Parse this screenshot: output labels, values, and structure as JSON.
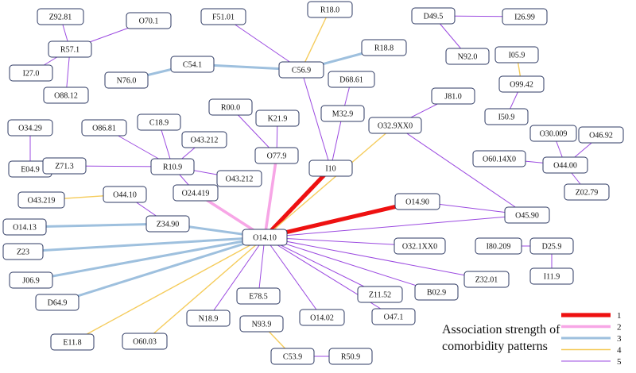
{
  "nodes": [
    {
      "id": "Z92.81",
      "label": "Z92.81"
    },
    {
      "id": "O70.1",
      "label": "O70.1"
    },
    {
      "id": "R57.1",
      "label": "R57.1"
    },
    {
      "id": "I27.0",
      "label": "I27.0"
    },
    {
      "id": "O88.12",
      "label": "O88.12"
    },
    {
      "id": "F51.01",
      "label": "F51.01"
    },
    {
      "id": "R18.0",
      "label": "R18.0"
    },
    {
      "id": "R18.8",
      "label": "R18.8"
    },
    {
      "id": "C54.1",
      "label": "C54.1"
    },
    {
      "id": "N76.0",
      "label": "N76.0"
    },
    {
      "id": "C56.9",
      "label": "C56.9"
    },
    {
      "id": "D68.61",
      "label": "D68.61"
    },
    {
      "id": "M32.9",
      "label": "M32.9"
    },
    {
      "id": "D49.5",
      "label": "D49.5"
    },
    {
      "id": "I26.99",
      "label": "I26.99"
    },
    {
      "id": "N92.0",
      "label": "N92.0"
    },
    {
      "id": "I05.9",
      "label": "I05.9"
    },
    {
      "id": "O99.42",
      "label": "O99.42"
    },
    {
      "id": "I50.9",
      "label": "I50.9"
    },
    {
      "id": "J81.0",
      "label": "J81.0"
    },
    {
      "id": "O32.9XX0",
      "label": "O32.9XX0"
    },
    {
      "id": "R00.0",
      "label": "R00.0"
    },
    {
      "id": "K21.9",
      "label": "K21.9"
    },
    {
      "id": "O77.9",
      "label": "O77.9"
    },
    {
      "id": "I10",
      "label": "I10"
    },
    {
      "id": "C18.9",
      "label": "C18.9"
    },
    {
      "id": "O86.81",
      "label": "O86.81"
    },
    {
      "id": "O43.212a",
      "label": "O43.212"
    },
    {
      "id": "R10.9",
      "label": "R10.9"
    },
    {
      "id": "O43.212b",
      "label": "O43.212"
    },
    {
      "id": "O24.419",
      "label": "O24.419"
    },
    {
      "id": "O34.29",
      "label": "O34.29"
    },
    {
      "id": "E04.9",
      "label": "E04.9"
    },
    {
      "id": "Z71.3",
      "label": "Z71.3"
    },
    {
      "id": "O43.219",
      "label": "O43.219"
    },
    {
      "id": "O44.10",
      "label": "O44.10"
    },
    {
      "id": "O30.009",
      "label": "O30.009"
    },
    {
      "id": "O46.92",
      "label": "O46.92"
    },
    {
      "id": "O60.14X0",
      "label": "O60.14X0"
    },
    {
      "id": "O44.00",
      "label": "O44.00"
    },
    {
      "id": "Z02.79",
      "label": "Z02.79"
    },
    {
      "id": "O14.90",
      "label": "O14.90"
    },
    {
      "id": "O45.90",
      "label": "O45.90"
    },
    {
      "id": "Z34.90",
      "label": "Z34.90"
    },
    {
      "id": "O14.13",
      "label": "O14.13"
    },
    {
      "id": "O14.10",
      "label": "O14.10"
    },
    {
      "id": "Z23",
      "label": "Z23"
    },
    {
      "id": "O32.1XX0",
      "label": "O32.1XX0"
    },
    {
      "id": "I80.209",
      "label": "I80.209"
    },
    {
      "id": "D25.9",
      "label": "D25.9"
    },
    {
      "id": "I11.9",
      "label": "I11.9"
    },
    {
      "id": "J06.9",
      "label": "J06.9"
    },
    {
      "id": "Z32.01",
      "label": "Z32.01"
    },
    {
      "id": "D64.9",
      "label": "D64.9"
    },
    {
      "id": "E78.5",
      "label": "E78.5"
    },
    {
      "id": "Z11.52",
      "label": "Z11.52"
    },
    {
      "id": "B02.9",
      "label": "B02.9"
    },
    {
      "id": "N18.9",
      "label": "N18.9"
    },
    {
      "id": "O14.02",
      "label": "O14.02"
    },
    {
      "id": "O47.1",
      "label": "O47.1"
    },
    {
      "id": "E11.8",
      "label": "E11.8"
    },
    {
      "id": "O60.03",
      "label": "O60.03"
    },
    {
      "id": "N93.9",
      "label": "N93.9"
    },
    {
      "id": "C53.9",
      "label": "C53.9"
    },
    {
      "id": "R50.9",
      "label": "R50.9"
    }
  ],
  "edges": [
    {
      "from": "O14.10",
      "to": "I10",
      "strength": 1
    },
    {
      "from": "O14.10",
      "to": "O14.90",
      "strength": 1
    },
    {
      "from": "O14.10",
      "to": "O24.419",
      "strength": 2
    },
    {
      "from": "O14.10",
      "to": "O77.9",
      "strength": 2
    },
    {
      "from": "O14.10",
      "to": "Z34.90",
      "strength": 3
    },
    {
      "from": "O14.10",
      "to": "Z23",
      "strength": 3
    },
    {
      "from": "O14.10",
      "to": "J06.9",
      "strength": 3
    },
    {
      "from": "O14.10",
      "to": "D64.9",
      "strength": 3
    },
    {
      "from": "Z34.90",
      "to": "O14.13",
      "strength": 3
    },
    {
      "from": "C54.1",
      "to": "N76.0",
      "strength": 3
    },
    {
      "from": "C54.1",
      "to": "C56.9",
      "strength": 3
    },
    {
      "from": "C56.9",
      "to": "R18.8",
      "strength": 3
    },
    {
      "from": "O14.10",
      "to": "O32.9XX0",
      "strength": 4
    },
    {
      "from": "O14.10",
      "to": "E11.8",
      "strength": 4
    },
    {
      "from": "O14.10",
      "to": "O60.03",
      "strength": 4
    },
    {
      "from": "O44.10",
      "to": "O43.219",
      "strength": 4
    },
    {
      "from": "C56.9",
      "to": "R18.0",
      "strength": 4
    },
    {
      "from": "I05.9",
      "to": "O99.42",
      "strength": 4
    },
    {
      "from": "N93.9",
      "to": "C53.9",
      "strength": 4
    },
    {
      "from": "Z92.81",
      "to": "R57.1",
      "strength": 5
    },
    {
      "from": "O70.1",
      "to": "R57.1",
      "strength": 5
    },
    {
      "from": "I27.0",
      "to": "R57.1",
      "strength": 5
    },
    {
      "from": "O88.12",
      "to": "R57.1",
      "strength": 5
    },
    {
      "from": "F51.01",
      "to": "C56.9",
      "strength": 5
    },
    {
      "from": "C56.9",
      "to": "I10",
      "strength": 5
    },
    {
      "from": "D68.61",
      "to": "M32.9",
      "strength": 5
    },
    {
      "from": "M32.9",
      "to": "I10",
      "strength": 5
    },
    {
      "from": "D49.5",
      "to": "I26.99",
      "strength": 5
    },
    {
      "from": "D49.5",
      "to": "N92.0",
      "strength": 5
    },
    {
      "from": "O99.42",
      "to": "I50.9",
      "strength": 5
    },
    {
      "from": "J81.0",
      "to": "O32.9XX0",
      "strength": 5
    },
    {
      "from": "O32.9XX0",
      "to": "O45.90",
      "strength": 5
    },
    {
      "from": "R00.0",
      "to": "O77.9",
      "strength": 5
    },
    {
      "from": "K21.9",
      "to": "O77.9",
      "strength": 5
    },
    {
      "from": "O86.81",
      "to": "R10.9",
      "strength": 5
    },
    {
      "from": "C18.9",
      "to": "R10.9",
      "strength": 5
    },
    {
      "from": "O43.212a",
      "to": "R10.9",
      "strength": 5
    },
    {
      "from": "Z71.3",
      "to": "R10.9",
      "strength": 5
    },
    {
      "from": "R10.9",
      "to": "O43.212b",
      "strength": 5
    },
    {
      "from": "R10.9",
      "to": "O24.419",
      "strength": 5
    },
    {
      "from": "O34.29",
      "to": "E04.9",
      "strength": 5
    },
    {
      "from": "O44.10",
      "to": "Z34.90",
      "strength": 5
    },
    {
      "from": "O30.009",
      "to": "O44.00",
      "strength": 5
    },
    {
      "from": "O46.92",
      "to": "O44.00",
      "strength": 5
    },
    {
      "from": "O60.14X0",
      "to": "O44.00",
      "strength": 5
    },
    {
      "from": "O44.00",
      "to": "Z02.79",
      "strength": 5
    },
    {
      "from": "O14.90",
      "to": "O45.90",
      "strength": 5
    },
    {
      "from": "O14.10",
      "to": "O45.90",
      "strength": 5
    },
    {
      "from": "O14.10",
      "to": "O32.1XX0",
      "strength": 5
    },
    {
      "from": "I80.209",
      "to": "D25.9",
      "strength": 5
    },
    {
      "from": "D25.9",
      "to": "I11.9",
      "strength": 5
    },
    {
      "from": "O14.10",
      "to": "Z32.01",
      "strength": 5
    },
    {
      "from": "O14.10",
      "to": "B02.9",
      "strength": 5
    },
    {
      "from": "O14.10",
      "to": "Z11.52",
      "strength": 5
    },
    {
      "from": "O14.10",
      "to": "O47.1",
      "strength": 5
    },
    {
      "from": "O14.10",
      "to": "O14.02",
      "strength": 5
    },
    {
      "from": "O14.10",
      "to": "E78.5",
      "strength": 5
    },
    {
      "from": "O14.10",
      "to": "N18.9",
      "strength": 5
    },
    {
      "from": "C53.9",
      "to": "R50.9",
      "strength": 5
    }
  ],
  "legend": {
    "title_line1": "Association strength of",
    "title_line2": "comorbidity patterns",
    "items": [
      {
        "label": "1",
        "color": "#ee1111"
      },
      {
        "label": "2",
        "color": "#f7a6e6"
      },
      {
        "label": "3",
        "color": "#9ec0de"
      },
      {
        "label": "4",
        "color": "#f5cc5c"
      },
      {
        "label": "5",
        "color": "#9b4ae0"
      }
    ]
  },
  "colors": {
    "node_border": "#2e3a63",
    "strength_1": "#ee1111",
    "strength_2": "#f7a6e6",
    "strength_3": "#9ec0de",
    "strength_4": "#f5cc5c",
    "strength_5": "#9b4ae0"
  }
}
